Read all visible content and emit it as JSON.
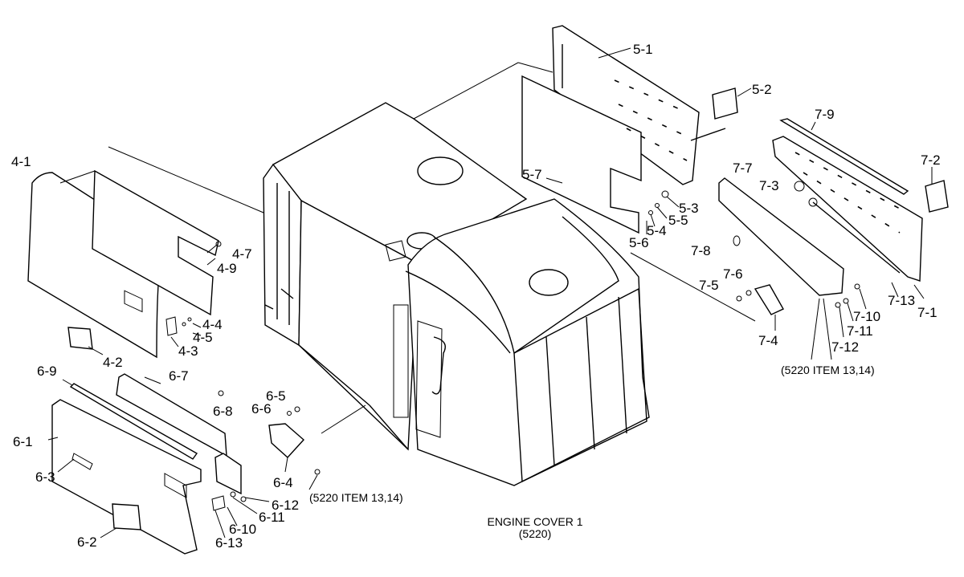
{
  "diagram": {
    "caption_title": "ENGINE COVER 1",
    "caption_sub": "(5220)",
    "labels": {
      "l4_1": "4-1",
      "l4_2": "4-2",
      "l4_3": "4-3",
      "l4_4": "4-4",
      "l4_5": "4-5",
      "l4_7": "4-7",
      "l4_9": "4-9",
      "l5_1": "5-1",
      "l5_2": "5-2",
      "l5_3": "5-3",
      "l5_4": "5-4",
      "l5_5": "5-5",
      "l5_6": "5-6",
      "l5_7": "5-7",
      "l6_1": "6-1",
      "l6_2": "6-2",
      "l6_3": "6-3",
      "l6_4": "6-4",
      "l6_5": "6-5",
      "l6_6": "6-6",
      "l6_7": "6-7",
      "l6_8": "6-8",
      "l6_9": "6-9",
      "l6_10": "6-10",
      "l6_11": "6-11",
      "l6_12": "6-12",
      "l6_13": "6-13",
      "l7_1": "7-1",
      "l7_2": "7-2",
      "l7_3": "7-3",
      "l7_4": "7-4",
      "l7_5": "7-5",
      "l7_6": "7-6",
      "l7_7": "7-7",
      "l7_8": "7-8",
      "l7_9": "7-9",
      "l7_10": "7-10",
      "l7_11": "7-11",
      "l7_12": "7-12",
      "l7_13": "7-13"
    },
    "notes": {
      "right_ref": "(5220 ITEM 13,14)",
      "left_ref": "(5220 ITEM 13,14)"
    }
  }
}
